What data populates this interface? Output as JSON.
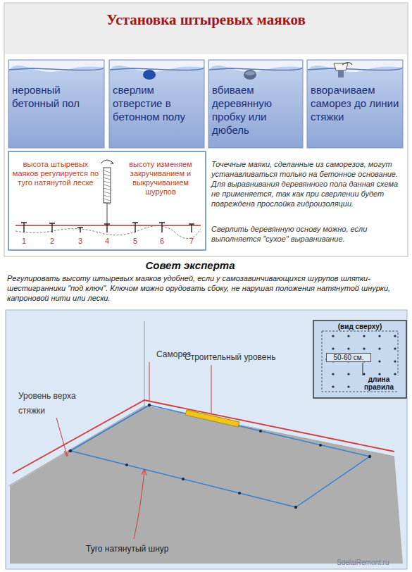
{
  "diagram": {
    "title": "Установка штыревых маяков",
    "nodes": [
      {
        "text": [
          "неровный бетонный пол"
        ]
      },
      {
        "text": [
          "сверлим отверстие в бетонном полу"
        ]
      },
      {
        "text": [
          "вбиваем деревянную пробку или дюбель"
        ]
      },
      {
        "text": [
          "вворачиваем саморез до линии стяжки"
        ]
      },
      {
        "text": [
          "высота штыревых маяков регулируется по туго натянутой леске",
          "высоту изменяем закручиванием и выкручиванием шурупов"
        ]
      },
      {
        "text": [
          "(вид сверху)",
          "50-60 см.",
          "длина правила"
        ]
      }
    ],
    "labels": [
      "1",
      "2",
      "3",
      "4",
      "5",
      "6",
      "7",
      "Точечные маяки, сделанные из саморезов, могут устанавливаться только на бетонное основание. Для выравнивания деревянного пола данная схема не применяется, так как при сверлении будет повреждена прослойка гидроизоляции.",
      "Сверлить деревянную основу можно, если выполняется \"сухое\" выравнивание.",
      "Совет эксперта",
      "Регулировать высоту штыревых маяков удобней, если у самозавинчивающихся шурупов шляпки-шестигранники \"под ключ\". Ключом можно орудовать сбоку, не нарушая положения натянутой шнурки, капроновой нити или лески.",
      "Саморез",
      "Строительный уровень",
      "Уровень верха стяжки",
      "Туго натянутый шнур",
      "SdelaiRemont.ru"
    ]
  }
}
